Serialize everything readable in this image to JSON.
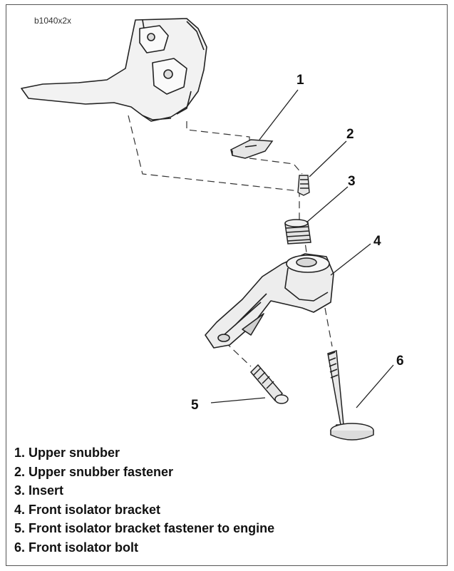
{
  "figure": {
    "id": "b1040x2x"
  },
  "callouts": [
    "1",
    "2",
    "3",
    "4",
    "5",
    "6"
  ],
  "legend": [
    "1. Upper snubber",
    "2. Upper snubber fastener",
    "3. Insert",
    "4. Front isolator bracket",
    "5. Front isolator bracket fastener to engine",
    "6. Front isolator bolt"
  ]
}
